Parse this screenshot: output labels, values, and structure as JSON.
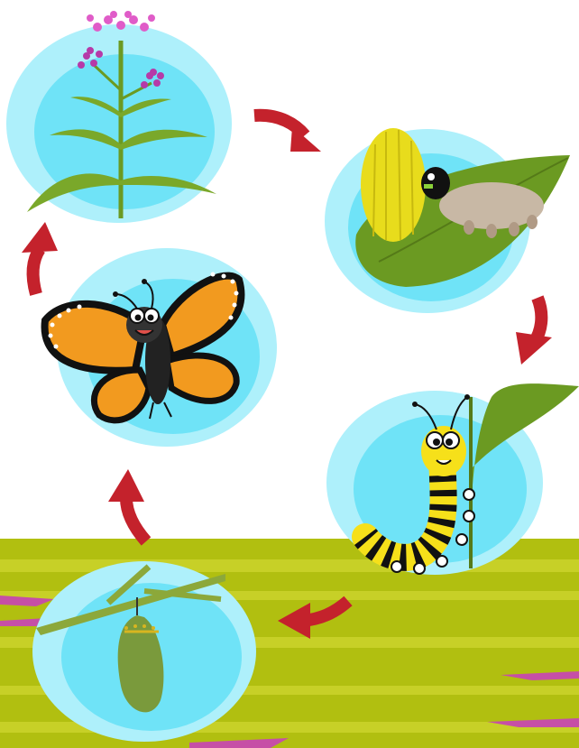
{
  "diagram": {
    "stages": [
      {
        "id": "milkweed",
        "icon": "milkweed-plant-icon"
      },
      {
        "id": "egg",
        "icon": "egg-hatching-larva-icon"
      },
      {
        "id": "caterpillar",
        "icon": "caterpillar-icon"
      },
      {
        "id": "chrysalis",
        "icon": "chrysalis-icon"
      },
      {
        "id": "butterfly",
        "icon": "monarch-butterfly-icon"
      }
    ],
    "colors": {
      "bubble_outer": "#aef0fb",
      "bubble_inner": "#6fe3f7",
      "arrow": "#c4222c",
      "ground": "#b1bf10",
      "ground_stripe": "#c9d22c",
      "ground_streak": "#c64fa6",
      "leaf": "#6b9a22",
      "butterfly_orange": "#f29a1f",
      "egg": "#e8dc1c",
      "caterpillar_yellow": "#f6e01a",
      "chrysalis": "#7a9a3c"
    }
  }
}
